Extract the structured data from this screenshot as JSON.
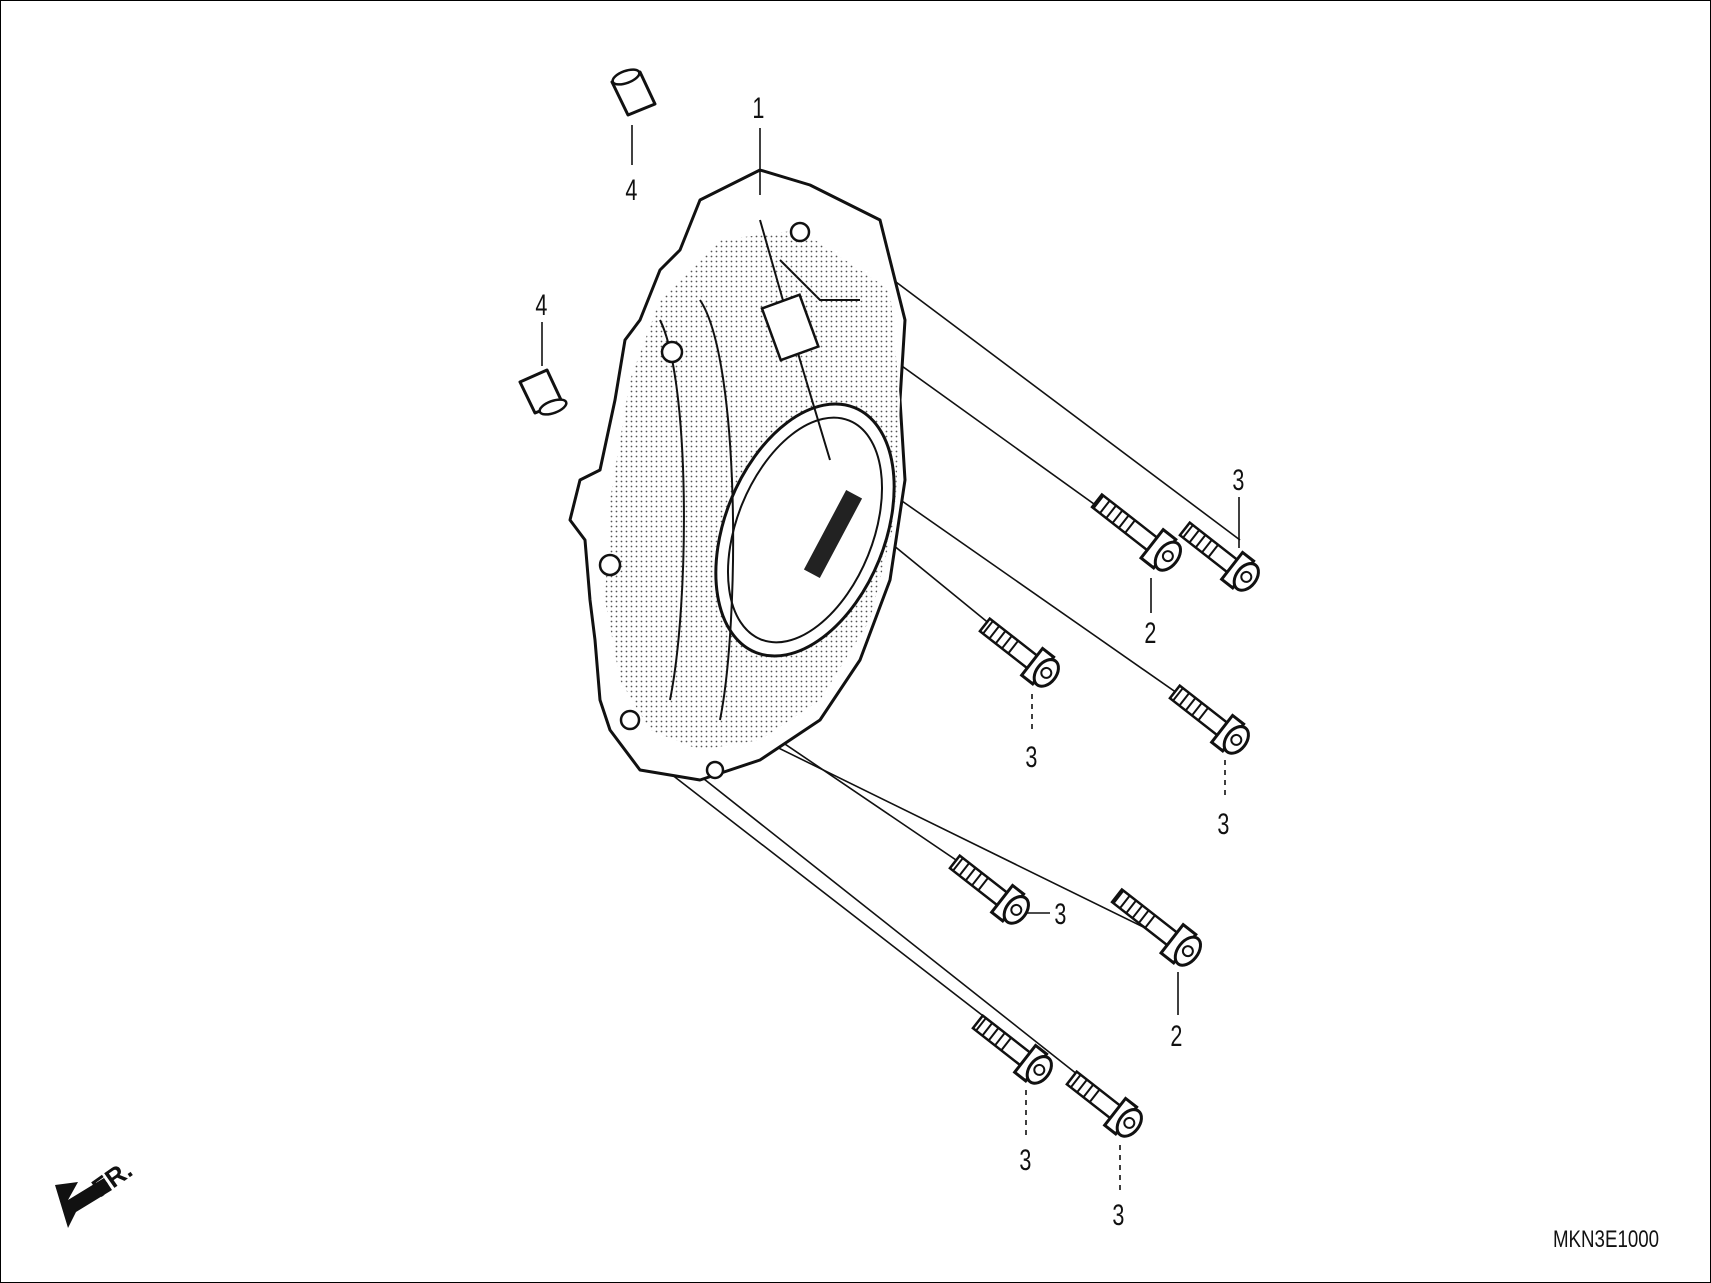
{
  "diagram": {
    "callouts": {
      "c1": "1",
      "c2a": "2",
      "c2b": "2",
      "c3a": "3",
      "c3b": "3",
      "c3c": "3",
      "c3d": "3",
      "c3e": "3",
      "c3f": "3",
      "c4a": "4",
      "c4b": "4"
    },
    "front_marker": "FR.",
    "diagram_code": "MKN3E1000"
  }
}
